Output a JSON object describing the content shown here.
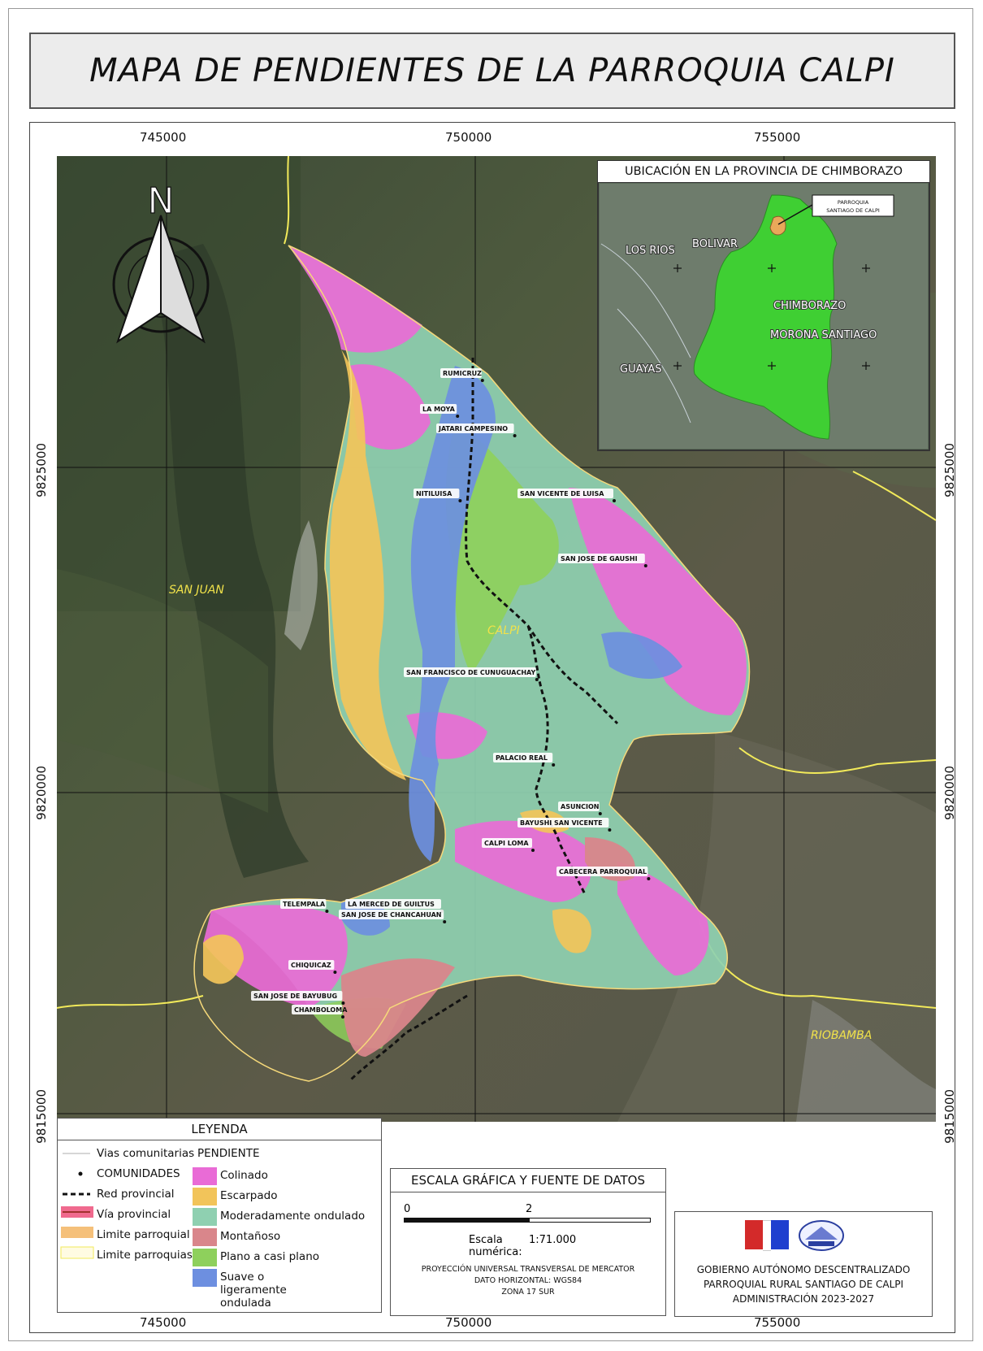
{
  "title": "MAPA DE PENDIENTES DE LA PARROQUIA CALPI",
  "coords": {
    "top": [
      "745000",
      "750000",
      "755000"
    ],
    "bottom": [
      "745000",
      "750000",
      "755000"
    ],
    "left": [
      "9825000",
      "9820000",
      "9815000"
    ],
    "right": [
      "9825000",
      "9820000",
      "9815000"
    ]
  },
  "north_label": "N",
  "inset": {
    "title": "UBICACIÓN EN LA PROVINCIA DE CHIMBORAZO",
    "labels": [
      "LOS RIOS",
      "BOLIVAR",
      "CHIMBORAZO",
      "MORONA SANTIAGO",
      "GUAYAS"
    ],
    "callout": [
      "PARROQUIA",
      "SANTIAGO DE CALPI"
    ]
  },
  "towns": [
    "SAN JUAN",
    "CALPI",
    "RIOBAMBA"
  ],
  "communities": [
    "RUMICRUZ",
    "LA MOYA",
    "JATARI CAMPESINO",
    "NITILUISA",
    "SAN VICENTE DE LUISA",
    "SAN JOSE DE GAUSHI",
    "SAN FRANCISCO DE CUNUGUACHAY",
    "PALACIO REAL",
    "ASUNCION",
    "BAYUSHI SAN VICENTE",
    "CALPI LOMA",
    "CABECERA PARROQUIAL",
    "TELEMPALA",
    "LA MERCED DE GUILTUS",
    "SAN JOSE DE CHANCAHUAN",
    "CHIQUICAZ",
    "SAN JOSE DE BAYUBUG",
    "CHAMBOLOMA"
  ],
  "legend": {
    "title": "LEYENDA",
    "lines": [
      "Vias comunitarias",
      "COMUNIDADES",
      "Red provincial",
      "Vía provincial",
      "Limite parroquial",
      "Limite parroquias"
    ],
    "pendiente_title": "PENDIENTE",
    "classes": [
      {
        "label": "Colinado",
        "color": "#e96bd6"
      },
      {
        "label": "Escarpado",
        "color": "#f2c45a"
      },
      {
        "label": "Moderadamente ondulado",
        "color": "#8fd0b1"
      },
      {
        "label": "Montañoso",
        "color": "#d9868b"
      },
      {
        "label": "Plano a casi plano",
        "color": "#8ed05c"
      },
      {
        "label": "Suave o ligeramente ondulada",
        "color": "#6d8fe0"
      }
    ]
  },
  "scale": {
    "title": "ESCALA GRÁFICA Y FUENTE DE DATOS",
    "ticks": [
      "0",
      "2"
    ],
    "escala_label": "Escala numérica:",
    "escala_value": "1:71.000",
    "proj": [
      "PROYECCIÓN UNIVERSAL TRANSVERSAL DE MERCATOR",
      "DATO HORIZONTAL: WGS84",
      "ZONA 17 SUR"
    ]
  },
  "institution": [
    "GOBIERNO AUTÓNOMO DESCENTRALIZADO",
    "PARROQUIAL RURAL SANTIAGO DE CALPI",
    "ADMINISTRACIÓN 2023-2027"
  ],
  "colors": {
    "imagery_dark": "#3c4a36",
    "imagery_mid": "#5b6a4c",
    "province": "#3fcf33",
    "boundary": "#f2ea5a"
  }
}
